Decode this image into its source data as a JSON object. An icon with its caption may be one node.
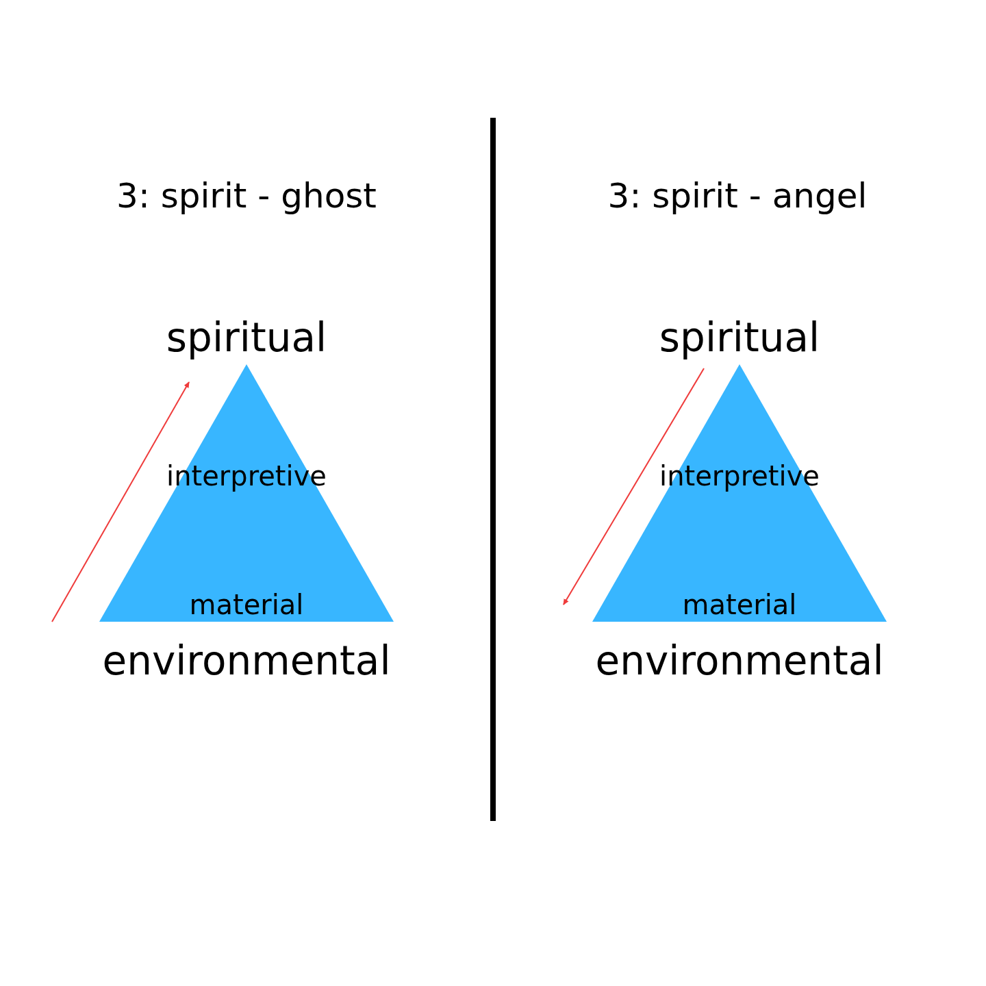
{
  "diagram": {
    "nodes": [
      {
        "text": [
          "spiritual",
          "interpretive",
          "material",
          "environmental"
        ]
      },
      {
        "text": [
          "spiritual",
          "interpretive",
          "material",
          "environmental"
        ]
      }
    ],
    "labels": [
      "3: spirit - ghost",
      "3: spirit - angel"
    ]
  }
}
